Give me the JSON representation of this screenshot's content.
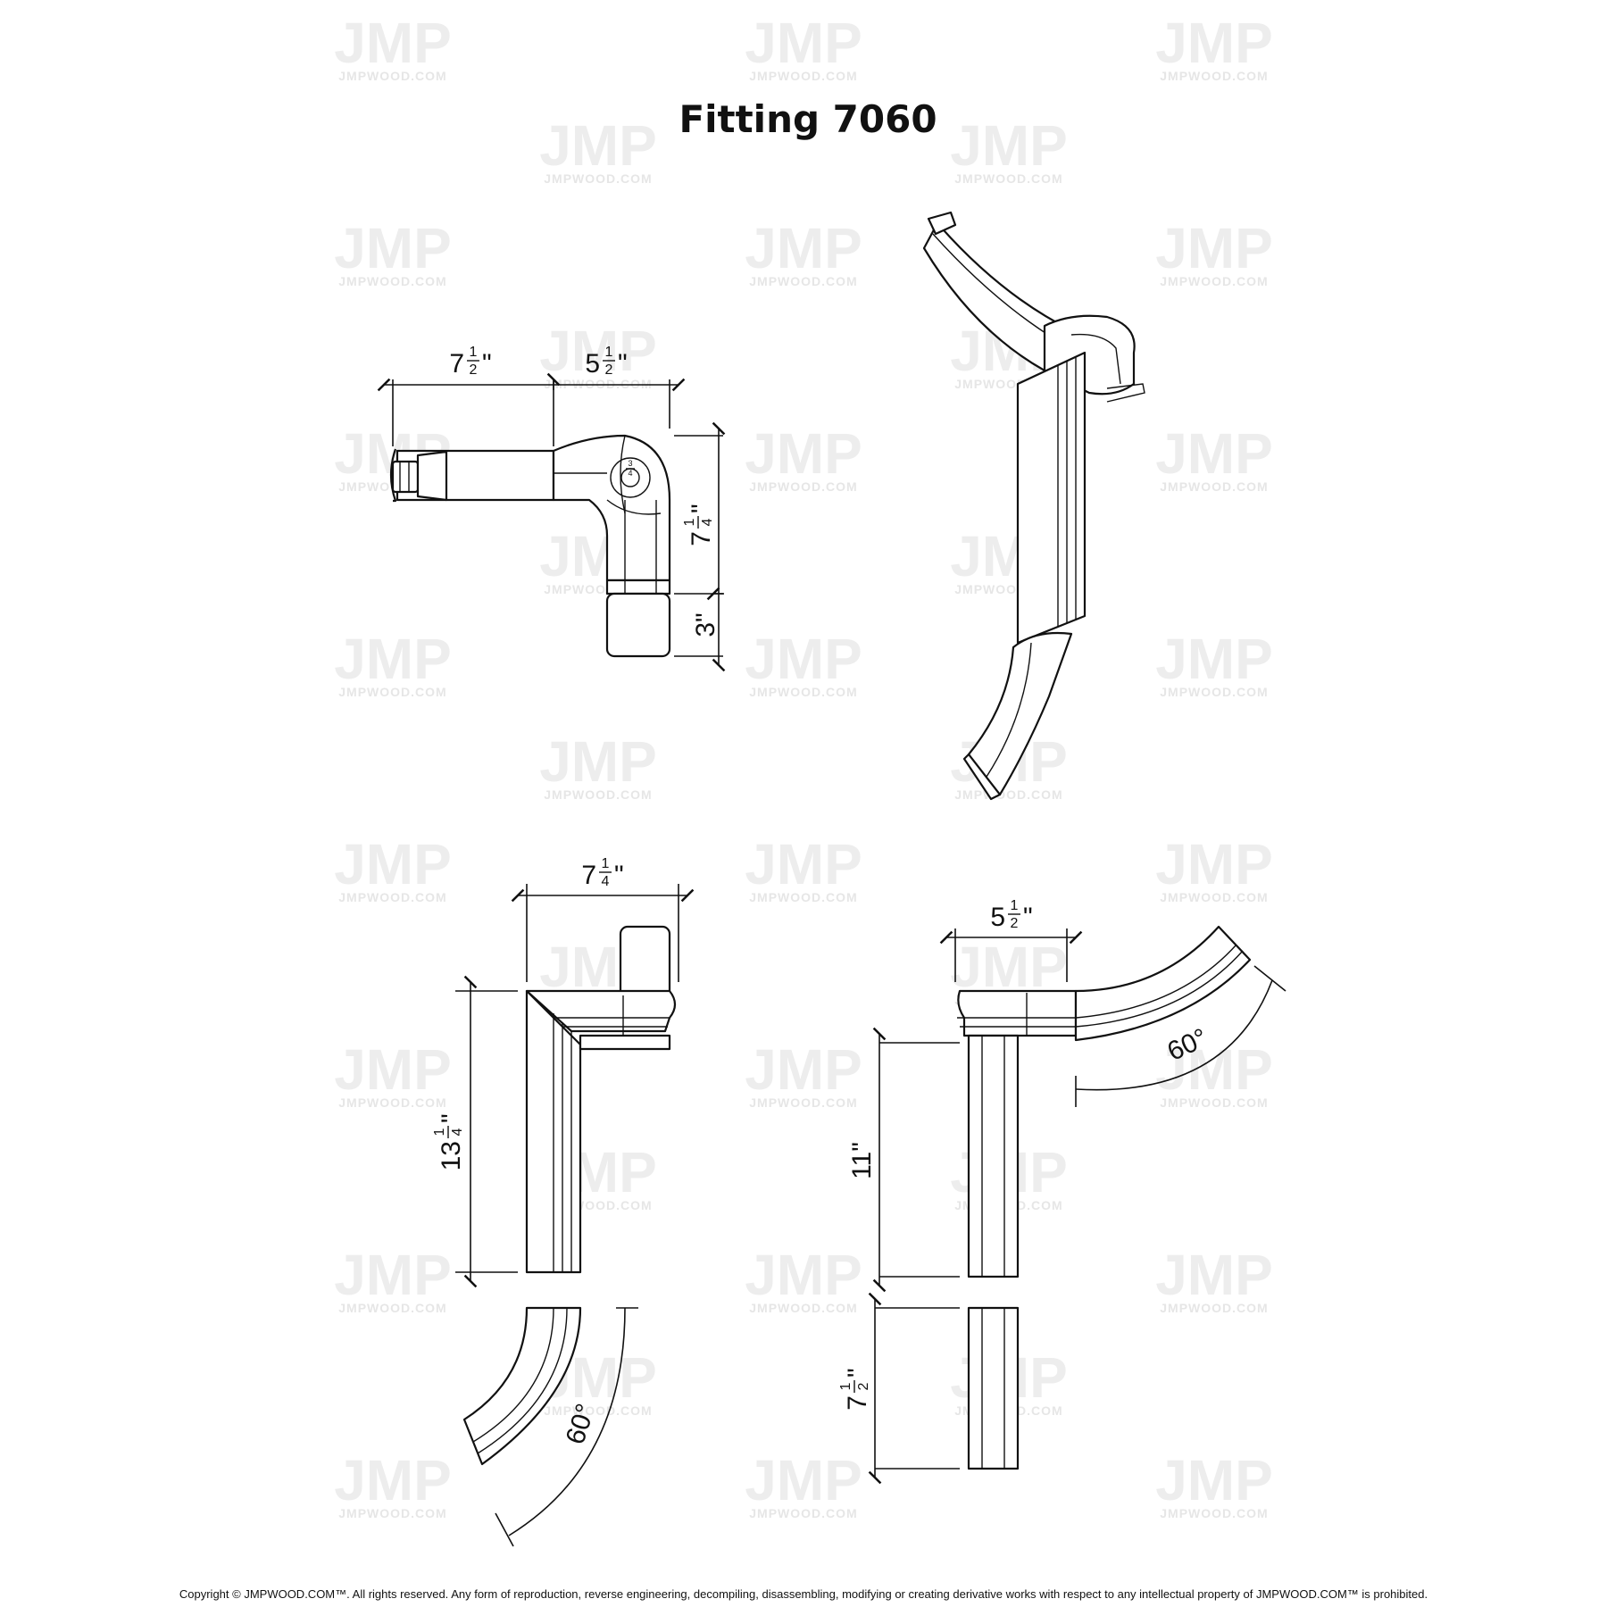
{
  "title": "Fitting 7060",
  "watermark": {
    "logo": "JMP",
    "site": "JMPWOOD.COM"
  },
  "dimensions": {
    "top_left": {
      "a_whole": "7",
      "a_num": "1",
      "a_den": "2",
      "b_whole": "5",
      "b_num": "1",
      "b_den": "2",
      "c_whole": "7",
      "c_num": "1",
      "c_den": "4",
      "d": "3\"",
      "hole_num": "3",
      "hole_den": "4"
    },
    "bottom_left": {
      "w_whole": "7",
      "w_num": "1",
      "w_den": "4",
      "h_whole": "13",
      "h_num": "1",
      "h_den": "4",
      "angle": "60°"
    },
    "bottom_right": {
      "w_whole": "5",
      "w_num": "1",
      "w_den": "2",
      "h": "11\"",
      "angle": "60°",
      "l_whole": "7",
      "l_num": "1",
      "l_den": "2"
    }
  },
  "copyright": "Copyright © JMPWOOD.COM™. All rights reserved. Any form of reproduction, reverse engineering, decompiling, disassembling, modifying or creating derivative works with respect to any intellectual property of JMPWOOD.COM™ is prohibited."
}
